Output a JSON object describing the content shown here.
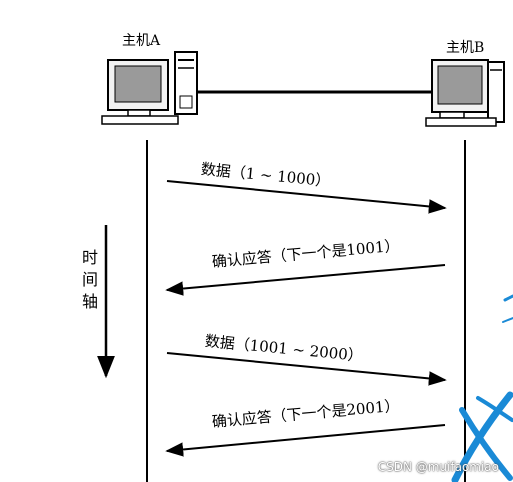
{
  "hosts": {
    "a_label": "主机A",
    "b_label": "主机B"
  },
  "messages": [
    {
      "text": "数据（1 ~ 1000）",
      "direction": "A-to-B"
    },
    {
      "text": "确认应答（下一个是1001）",
      "direction": "B-to-A"
    },
    {
      "text": "数据（1001 ~ 2000）",
      "direction": "A-to-B"
    },
    {
      "text": "确认应答（下一个是2001）",
      "direction": "B-to-A"
    }
  ],
  "time_axis": {
    "label": [
      "时",
      "间",
      "轴"
    ]
  },
  "watermark": "CSDN @muifaomiao",
  "colors": {
    "line": "#000000",
    "decor_blue": "#1a8ad6"
  },
  "icons": [
    "computer-icon",
    "arrow-down-icon"
  ]
}
